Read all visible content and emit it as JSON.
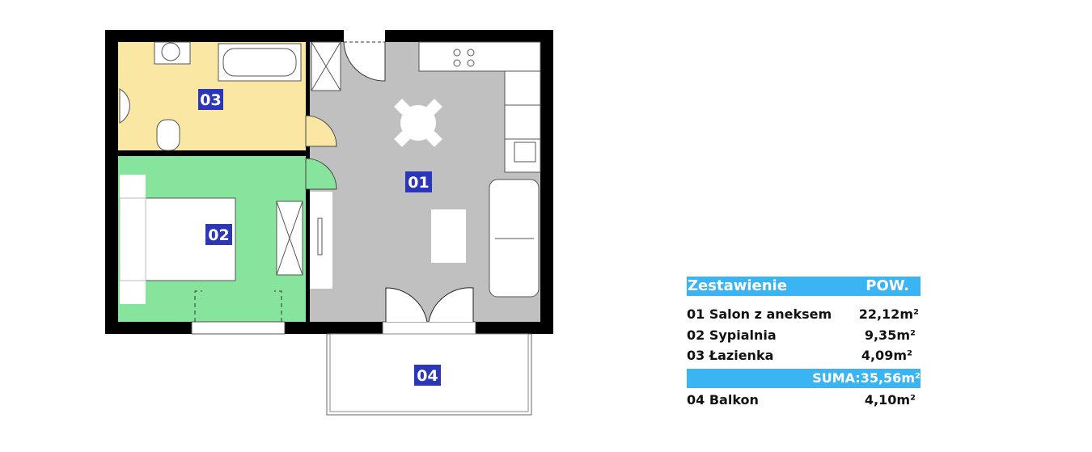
{
  "plan": {
    "rooms": [
      {
        "number": "01",
        "color": "#c0c0c0"
      },
      {
        "number": "02",
        "color": "#86e49c"
      },
      {
        "number": "03",
        "color": "#fbe7a4"
      },
      {
        "number": "04",
        "color": "#ffffff"
      }
    ],
    "label_color": "#2b37b8"
  },
  "summary": {
    "header_title": "Zestawienie",
    "header_area": "POW.",
    "rows": [
      {
        "name": "01 Salon z aneksem",
        "area": "22,12m²"
      },
      {
        "name": "02 Sypialnia",
        "area": "9,35m²"
      },
      {
        "name": "03 Łazienka",
        "area": "4,09m²"
      }
    ],
    "total": "SUMA:35,56m²",
    "extra": {
      "name": "04 Balkon",
      "area": "4,10m²"
    },
    "accent": "#3ab4f2"
  }
}
